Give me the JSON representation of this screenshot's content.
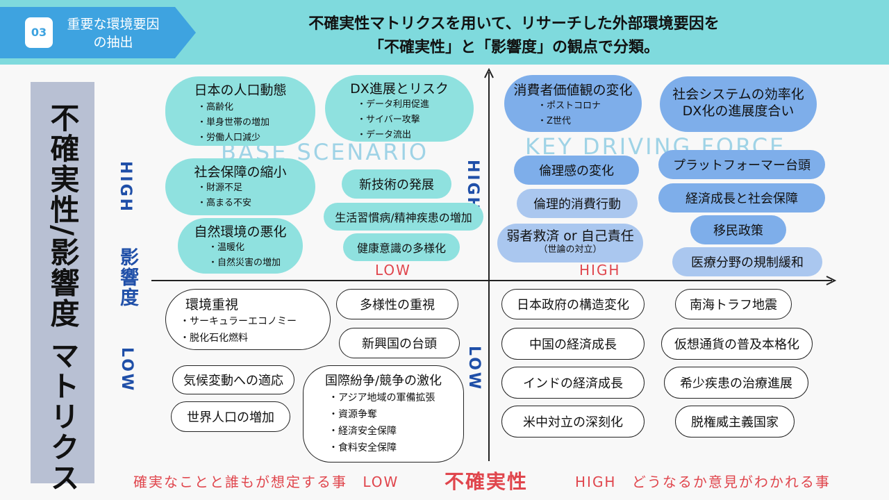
{
  "header": {
    "section_number": "03",
    "section_title_lines": [
      "重要な環境要因",
      "の抽出"
    ],
    "title_lines": [
      "不確実性マトリクスを用いて、リサーチした外部環境要因を",
      "「不確実性」と「影響度」の観点で分類。"
    ]
  },
  "side_title": "不確実性/影響度 マトリクス",
  "axes": {
    "y_title": "影響度",
    "y_high": "HIGH",
    "y_low": "LOW",
    "center_high": "HIGH",
    "center_low": "LOW",
    "x_low": "LOW",
    "x_high": "HIGH",
    "x_title": "不確実性",
    "x_low_caption": "確実なことと誰もが想定する事",
    "x_high_caption": "どうなるか意見がわかれる事"
  },
  "quadrants": {
    "top_left_label": "BASE SCENARIO",
    "top_right_label": "KEY DRIVING FORCE"
  },
  "top_left": [
    {
      "title": "日本の人口動態",
      "items": [
        "・高齢化",
        "・単身世帯の増加",
        "・労働人口減少"
      ]
    },
    {
      "title": "社会保障の縮小",
      "items": [
        "・財源不足",
        "・高まる不安"
      ]
    },
    {
      "title": "自然環境の悪化",
      "items": [
        "・温暖化",
        "・自然災害の増加"
      ]
    },
    {
      "title": "DX進展とリスク",
      "items": [
        "・データ利用促進",
        "・サイバー攻撃",
        "・データ流出"
      ]
    },
    {
      "title": "新技術の発展",
      "items": []
    },
    {
      "title": "生活習慣病/精神疾患の増加",
      "items": []
    },
    {
      "title": "健康意識の多様化",
      "items": []
    }
  ],
  "top_right": [
    {
      "title": "消費者価値観の変化",
      "items": [
        "・ポストコロナ",
        "・Z世代"
      ]
    },
    {
      "title": "倫理感の変化",
      "items": []
    },
    {
      "title": "倫理的消費行動",
      "items": []
    },
    {
      "title": "弱者救済 or 自己責任",
      "items": [
        "（世論の対立）"
      ]
    },
    {
      "title_lines": [
        "社会システムの効率化",
        "DX化の進展度合い"
      ]
    },
    {
      "title": "プラットフォーマー台頭"
    },
    {
      "title": "経済成長と社会保障"
    },
    {
      "title": "移民政策"
    },
    {
      "title": "医療分野の規制緩和"
    }
  ],
  "bottom_left": [
    {
      "title": "環境重視",
      "items": [
        "・サーキュラーエコノミー",
        "・脱化石化燃料"
      ]
    },
    {
      "title": "気候変動への適応"
    },
    {
      "title": "世界人口の増加"
    },
    {
      "title": "多様性の重視"
    },
    {
      "title": "新興国の台頭"
    },
    {
      "title": "国際紛争/競争の激化",
      "items": [
        "・アジア地域の軍備拡張",
        "・資源争奪",
        "・経済安全保障",
        "・食料安全保障"
      ]
    }
  ],
  "bottom_right": [
    {
      "title": "日本政府の構造変化"
    },
    {
      "title": "中国の経済成長"
    },
    {
      "title": "インドの経済成長"
    },
    {
      "title": "米中対立の深刻化"
    },
    {
      "title": "南海トラフ地震"
    },
    {
      "title": "仮想通貨の普及本格化"
    },
    {
      "title": "希少疾患の治療進展"
    },
    {
      "title": "脱権威主義国家"
    }
  ]
}
